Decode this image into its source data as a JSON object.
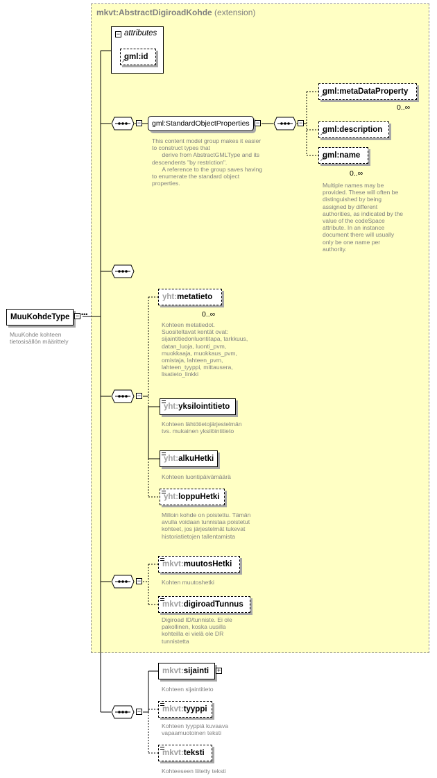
{
  "root": {
    "name": "MuuKohdeType",
    "doc": "MuuKohde kohteen tietosisällön määrittely"
  },
  "extension": {
    "ns": "mkvt:",
    "name": "AbstractDigiroadKohde",
    "suffix": " (extension)"
  },
  "attributes": {
    "label": "attributes",
    "items": [
      {
        "ns": "gml:",
        "name": "id"
      }
    ]
  },
  "group": {
    "label": "gml:StandardObjectProperties",
    "doc": "This content model group makes it easier to construct types that\n      derive from AbstractGMLType and its descendents \"by restriction\".\n      A reference to the group saves having to enumerate the standard object properties."
  },
  "gml_elements": [
    {
      "ns": "gml:",
      "name": "metaDataProperty",
      "occurs": "0..∞"
    },
    {
      "ns": "gml:",
      "name": "description",
      "occurs": ""
    },
    {
      "ns": "gml:",
      "name": "name",
      "occurs": "0..∞",
      "doc": "Multiple names may be provided.  These will often be distinguished by being assigned by different authorities, as indicated by the value of the codeSpace attribute.  In an instance document there will usually only be one name per authority."
    }
  ],
  "yht_elements": [
    {
      "ns": "yht:",
      "name": "metatieto",
      "occurs": "0..∞",
      "doc": "Kohteen metatiedot. Suositeltavat kentät ovat: sijaintitiedonluontitapa, tarkkuus, datan_luoja, luonti_pvm, muokkaaja, muokkaus_pvm, omistaja, lahteen_pvm, lahteen_tyyppi, mittausera, lisatieto_linkki"
    },
    {
      "ns": "yht:",
      "name": "yksilointitieto",
      "occurs": "",
      "doc": "Kohteen lähtötietojärjestelmän  tvs. mukainen yksilöintitieto"
    },
    {
      "ns": "yht:",
      "name": "alkuHetki",
      "occurs": "",
      "doc": "Kohteen luontipäivämäärä"
    },
    {
      "ns": "yht:",
      "name": "loppuHetki",
      "occurs": "",
      "doc": "Milloin kohde on poistettu. Tämän avulla voidaan tunnistaa poistetut kohteet, jos järjestelmät tukevat historiatietojen tallentamista"
    }
  ],
  "mkvt_elements": [
    {
      "ns": "mkvt:",
      "name": "muutosHetki",
      "doc": "Kohten muutoshetki"
    },
    {
      "ns": "mkvt:",
      "name": "digiroadTunnus",
      "doc": "Digiroad ID/tunniste. Ei ole pakollinen, koska uusilla kohteilla ei vielä ole DR tunnistetta"
    }
  ],
  "own_elements": [
    {
      "ns": "mkvt:",
      "name": "sijainti",
      "doc": "Kohteen sijaintitieto"
    },
    {
      "ns": "mkvt:",
      "name": "tyyppi",
      "doc": "Kohteen tyyppiä kuvaava vapaamuotoinen teksti"
    },
    {
      "ns": "mkvt:",
      "name": "teksti",
      "doc": "Kohteeseen liitetty teksti"
    }
  ]
}
